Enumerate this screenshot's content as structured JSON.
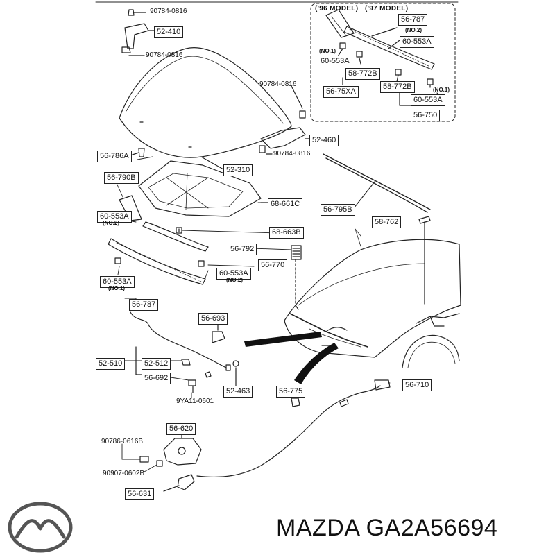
{
  "footer": {
    "brand_part": "MAZDA GA2A56694"
  },
  "inset": {
    "header_96": "('96 MODEL)",
    "header_97": "('97 MODEL)"
  },
  "labels": {
    "p90784_0816_a": "90784-0816",
    "p52_410": "52-410",
    "p90784_0816_b": "90784-0816",
    "p90784_0816_c": "90784-0816",
    "p52_460": "52-460",
    "p90784_0816_d": "90784-0816",
    "p56_786A": "56-786A",
    "p52_310": "52-310",
    "p56_790B": "56-790B",
    "p68_661C": "68-661C",
    "p60_553A_left": "60-553A",
    "no2_left": "(NO.2)",
    "p68_663B": "68-663B",
    "p56_795B": "56-795B",
    "p58_762": "58-762",
    "p56_792": "56-792",
    "p56_770": "56-770",
    "p60_553A_mid": "60-553A",
    "no2_mid": "(NO.2)",
    "p60_553A_low": "60-553A",
    "no1_low": "(NO.1)",
    "p56_787_low": "56-787",
    "p56_693": "56-693",
    "p52_510": "52-510",
    "p52_512": "52-512",
    "p56_692": "56-692",
    "p52_463": "52-463",
    "p9YA11_0601": "9YA11-0601",
    "p56_775": "56-775",
    "p56_710": "56-710",
    "p56_620": "56-620",
    "p90786_0616B": "90786-0616B",
    "p90907_0602B": "90907-0602B",
    "p56_631": "56-631",
    "in_56_787": "56-787",
    "in_no2": "(NO.2)",
    "in_60_553A_r": "60-553A",
    "in_no1_l": "(NO.1)",
    "in_60_553A_l": "60-553A",
    "in_58_772B_l": "58-772B",
    "in_56_75XA": "56-75XA",
    "in_58_772B_r": "58-772B",
    "in_no1_r": "(NO.1)",
    "in_60_553A_b": "60-553A",
    "in_56_750": "56-750"
  }
}
